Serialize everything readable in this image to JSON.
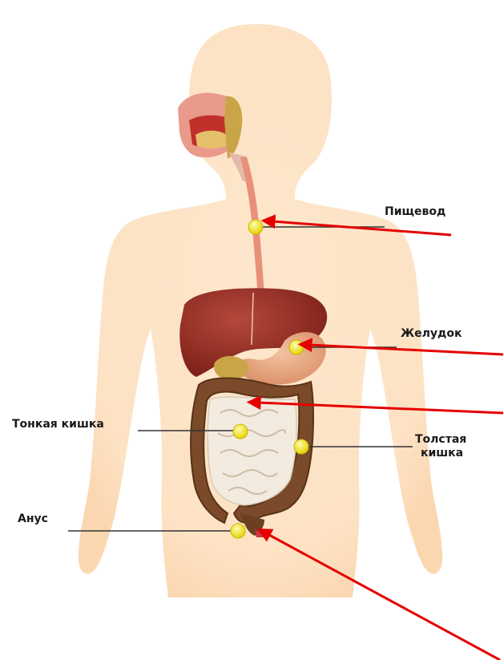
{
  "labels": {
    "esophagus": "Пищевод",
    "stomach": "Желудок",
    "small_intestine": "Тонкая кишка",
    "large_intestine_line1": "Толстая",
    "large_intestine_line2": "кишка",
    "anus": "Анус"
  },
  "colors": {
    "body": "#fde3c6",
    "liver": "#8e2b22",
    "stomach": "#e7a27c",
    "small_intestine": "#f3ebe0",
    "large_intestine": "#7a4a2a",
    "marker": "#f5ec2f",
    "arrow": "#e50000"
  },
  "icons": {
    "marker": "yellow-dot-marker",
    "arrow": "red-arrow"
  }
}
